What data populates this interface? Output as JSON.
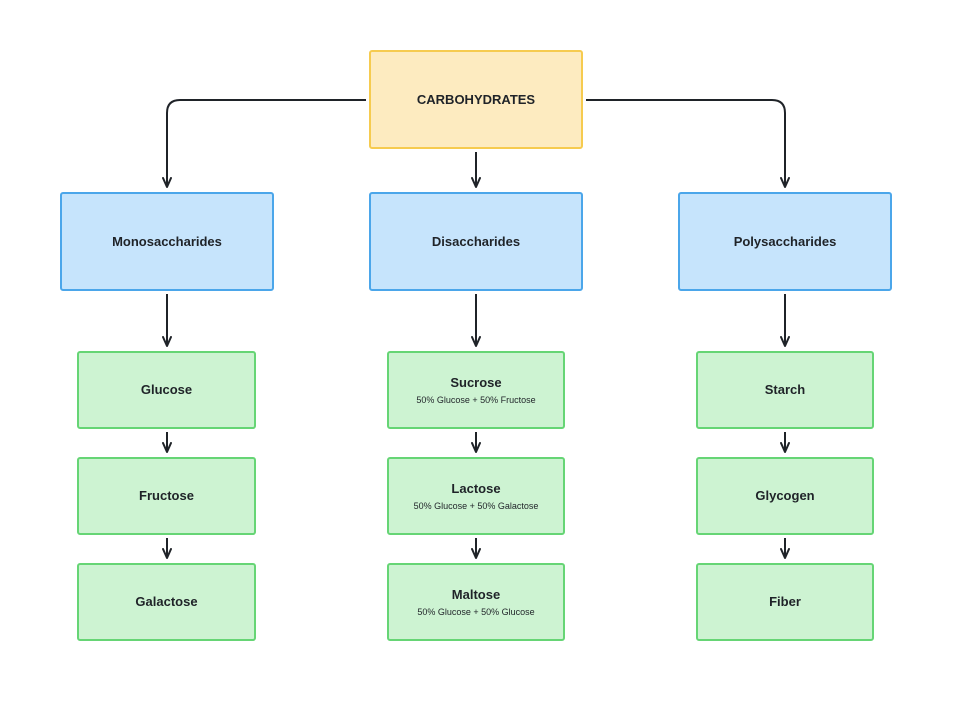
{
  "root": {
    "label": "CARBOHYDRATES"
  },
  "categories": [
    {
      "label": "Monosaccharides",
      "items": [
        {
          "label": "Glucose",
          "sub": ""
        },
        {
          "label": "Fructose",
          "sub": ""
        },
        {
          "label": "Galactose",
          "sub": ""
        }
      ]
    },
    {
      "label": "Disaccharides",
      "items": [
        {
          "label": "Sucrose",
          "sub": "50% Glucose + 50% Fructose"
        },
        {
          "label": "Lactose",
          "sub": "50% Glucose + 50% Galactose"
        },
        {
          "label": "Maltose",
          "sub": "50% Glucose + 50% Glucose"
        }
      ]
    },
    {
      "label": "Polysaccharides",
      "items": [
        {
          "label": "Starch",
          "sub": ""
        },
        {
          "label": "Glycogen",
          "sub": ""
        },
        {
          "label": "Fiber",
          "sub": ""
        }
      ]
    }
  ],
  "colors": {
    "root_fill": "#fdebc0",
    "root_border": "#f6cb4f",
    "category_fill": "#c6e4fc",
    "category_border": "#4ba6ea",
    "item_fill": "#cdf3d2",
    "item_border": "#66d575",
    "connector": "#1f2328"
  }
}
